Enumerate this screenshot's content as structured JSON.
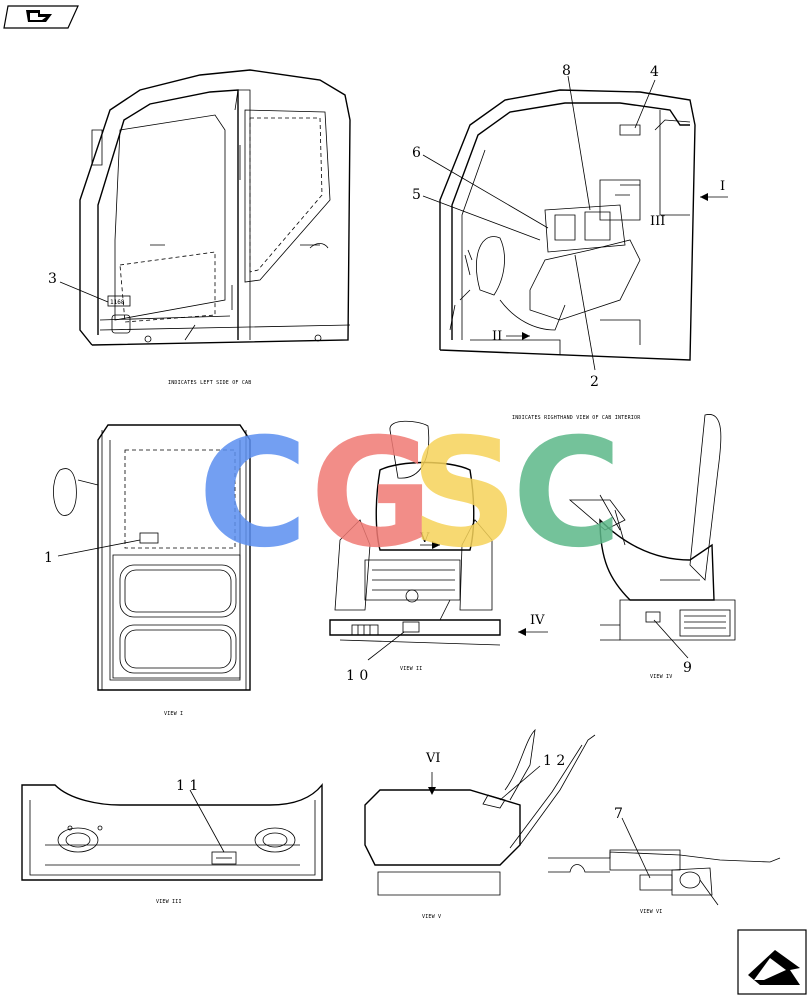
{
  "callouts": {
    "c1": "1",
    "c2": "2",
    "c3": "3",
    "c4": "4",
    "c5": "5",
    "c6": "6",
    "c7": "7",
    "c8": "8",
    "c9": "9",
    "c10": "1 0",
    "c11": "1 1",
    "c12": "1 2"
  },
  "views": {
    "v1": "I",
    "v2": "II",
    "v3": "III",
    "v4": "IV",
    "v5": "V",
    "v6": "VI"
  },
  "captions": {
    "left_side": "INDICATES LEFT SIDE OF CAB",
    "right_view": "INDICATES RIGHTHAND VIEW OF CAB INTERIOR",
    "view1": "VIEW I",
    "view2": "VIEW II",
    "view3": "VIEW III",
    "view4": "VIEW IV",
    "view5": "VIEW V",
    "view6": "VIEW VI"
  },
  "decal_text": "1168",
  "watermark": {
    "letters": [
      "C",
      "G",
      "S",
      "C"
    ],
    "colors": [
      "#5b8ff0",
      "#f07a74",
      "#f6d35a",
      "#5cb889"
    ]
  }
}
